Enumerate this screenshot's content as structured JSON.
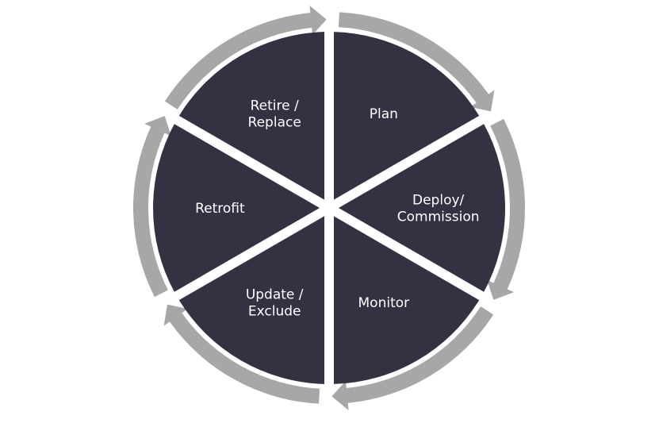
{
  "diagram": {
    "type": "cycle",
    "colors": {
      "segment_fill": "#353142",
      "arrow_fill": "#a7a7a7",
      "label_text": "#ffffff",
      "background": "#ffffff"
    },
    "segments": [
      {
        "id": "plan",
        "lines": [
          "Plan"
        ]
      },
      {
        "id": "deploy-commission",
        "lines": [
          "Deploy/",
          "Commission"
        ]
      },
      {
        "id": "monitor",
        "lines": [
          "Monitor"
        ]
      },
      {
        "id": "update-exclude",
        "lines": [
          "Update /",
          "Exclude"
        ]
      },
      {
        "id": "retrofit",
        "lines": [
          "Retrofit"
        ]
      },
      {
        "id": "retire-replace",
        "lines": [
          "Retire /",
          "Replace"
        ]
      }
    ]
  }
}
